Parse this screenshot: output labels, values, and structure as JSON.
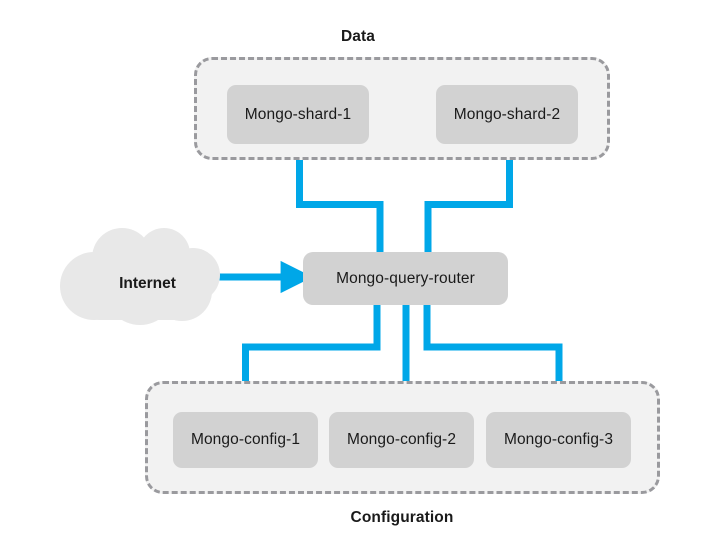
{
  "diagram": {
    "title_data": "Data",
    "title_configuration": "Configuration",
    "accent_color": "#00a7e8",
    "node_fill": "#d2d2d2",
    "group_fill": "#f2f2f2",
    "group_border": "#9a9a9e",
    "cloud_fill": "#e8e8e8",
    "background": "#ffffff"
  },
  "data_tier": {
    "label": "Data",
    "nodes": [
      {
        "label": "Mongo-shard-1"
      },
      {
        "label": "Mongo-shard-2"
      }
    ]
  },
  "router_tier": {
    "nodes": [
      {
        "label": "Mongo-query-router"
      }
    ]
  },
  "external": {
    "cloud_label": "Internet"
  },
  "config_tier": {
    "label": "Configuration",
    "nodes": [
      {
        "label": "Mongo-config-1"
      },
      {
        "label": "Mongo-config-2"
      },
      {
        "label": "Mongo-config-3"
      }
    ]
  },
  "connections": [
    {
      "from": "Internet",
      "to": "Mongo-query-router",
      "arrow": true
    },
    {
      "from": "Mongo-shard-1",
      "to": "Mongo-query-router",
      "arrow": false
    },
    {
      "from": "Mongo-shard-2",
      "to": "Mongo-query-router",
      "arrow": false
    },
    {
      "from": "Mongo-query-router",
      "to": "Mongo-config-1",
      "arrow": false
    },
    {
      "from": "Mongo-query-router",
      "to": "Mongo-config-2",
      "arrow": false
    },
    {
      "from": "Mongo-query-router",
      "to": "Mongo-config-3",
      "arrow": false
    }
  ]
}
